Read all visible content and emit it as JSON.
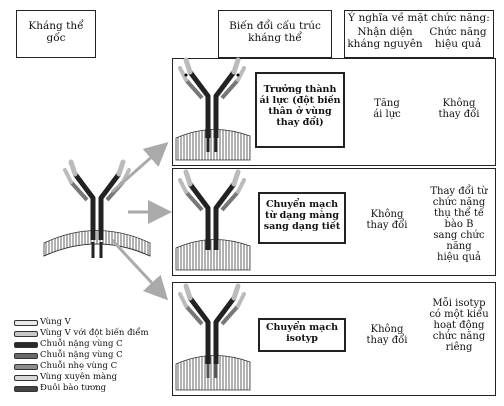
{
  "headers": {
    "original_antibody": "Kháng thể\ngốc",
    "structural_change": "Biến đổi cấu trúc\nkháng thể",
    "functional_meaning": "Ý nghĩa về mặt chức năng:",
    "antigen_recognition": "Nhận diện\nkháng nguyên",
    "effector_function": "Chức năng\nhiệu quả"
  },
  "rows": [
    {
      "change": "Trưởng thành\nái lực (đột biến\nthân ở vùng\nthay đổi)",
      "antigen": "Tăng\nái lực",
      "effector": "Không\nthay đổi"
    },
    {
      "change": "Chuyển mạch\ntừ dạng màng\nsang dạng tiết",
      "antigen": "Không\nthay đổi",
      "effector": "Thay đổi từ\nchức năng\nthụ thể tế bào B\nsang chức năng\nhiệu quả"
    },
    {
      "change": "Chuyển mạch\nisotyp",
      "antigen": "Không\nthay đổi",
      "effector": "Mỗi isotyp\ncó một kiểu\nhoạt động\nchức năng\nriêng"
    }
  ],
  "legend": [
    {
      "label": "Vùng V",
      "color": "#e8e8e8"
    },
    {
      "label": "Vùng V với đột biến điểm",
      "color": "#c8c8c8"
    },
    {
      "label": "Chuỗi nặng vùng C",
      "color": "#2a2a2a"
    },
    {
      "label": "Chuỗi nặng vùng C",
      "color": "#6a6a6a"
    },
    {
      "label": "Chuỗi nhẹ vùng C",
      "color": "#8c8c8c"
    },
    {
      "label": "Vùng xuyên màng",
      "color": "#d8d8d8"
    },
    {
      "label": "Đuôi bào tương",
      "color": "#444444"
    }
  ]
}
